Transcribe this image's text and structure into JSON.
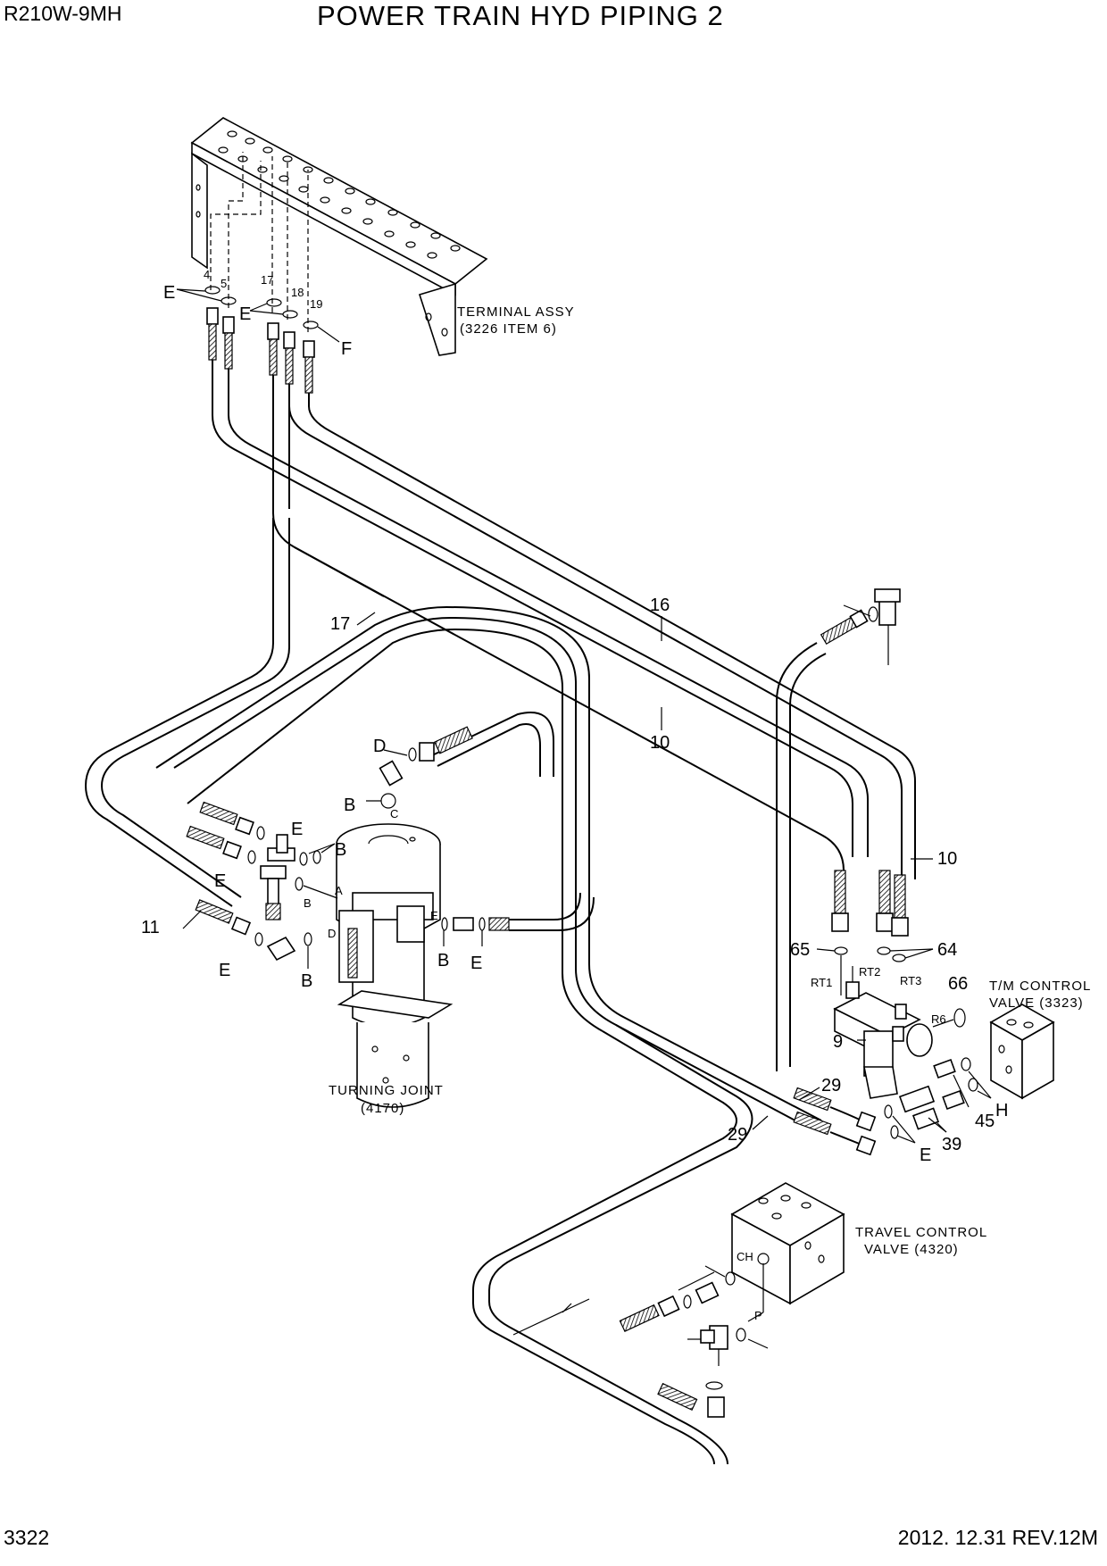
{
  "header": {
    "model": "R210W-9MH",
    "title": "POWER TRAIN HYD PIPING 2"
  },
  "footer": {
    "page_number": "3322",
    "revision": "2012. 12.31  REV.12M"
  },
  "components": {
    "terminal_assy": {
      "line1": "TERMINAL ASSY",
      "line2": "(3226 ITEM 6)"
    },
    "turning_joint": {
      "line1": "TURNING JOINT",
      "line2": "(4170)"
    },
    "tm_control_valve": {
      "line1": "T/M CONTROL",
      "line2": "VALVE (3323)"
    },
    "travel_control_valve": {
      "line1": "TRAVEL CONTROL",
      "line2": "VALVE (4320)"
    }
  },
  "callouts": {
    "c4": "4",
    "c5": "5",
    "c17a": "17",
    "c18": "18",
    "c19": "19",
    "e1": "E",
    "e2": "E",
    "f1": "F",
    "c16": "16",
    "c17b": "17",
    "c10a": "10",
    "c10b": "10",
    "d1": "D",
    "b1": "B",
    "e3": "E",
    "b2": "B",
    "e4": "E",
    "c11": "11",
    "e5": "E",
    "b3": "B",
    "b4": "B",
    "e6": "E",
    "c65": "65",
    "c64": "64",
    "c66": "66",
    "c9": "9",
    "c29a": "29",
    "c29b": "29",
    "c39": "39",
    "c45": "45",
    "h1": "H",
    "e7": "E"
  },
  "port_labels": {
    "c": "C",
    "a": "A",
    "b": "B",
    "d": "D",
    "e": "E",
    "rt1": "RT1",
    "rt2": "RT2",
    "rt3": "RT3",
    "r6": "R6",
    "ch": "CH",
    "p": "P"
  }
}
